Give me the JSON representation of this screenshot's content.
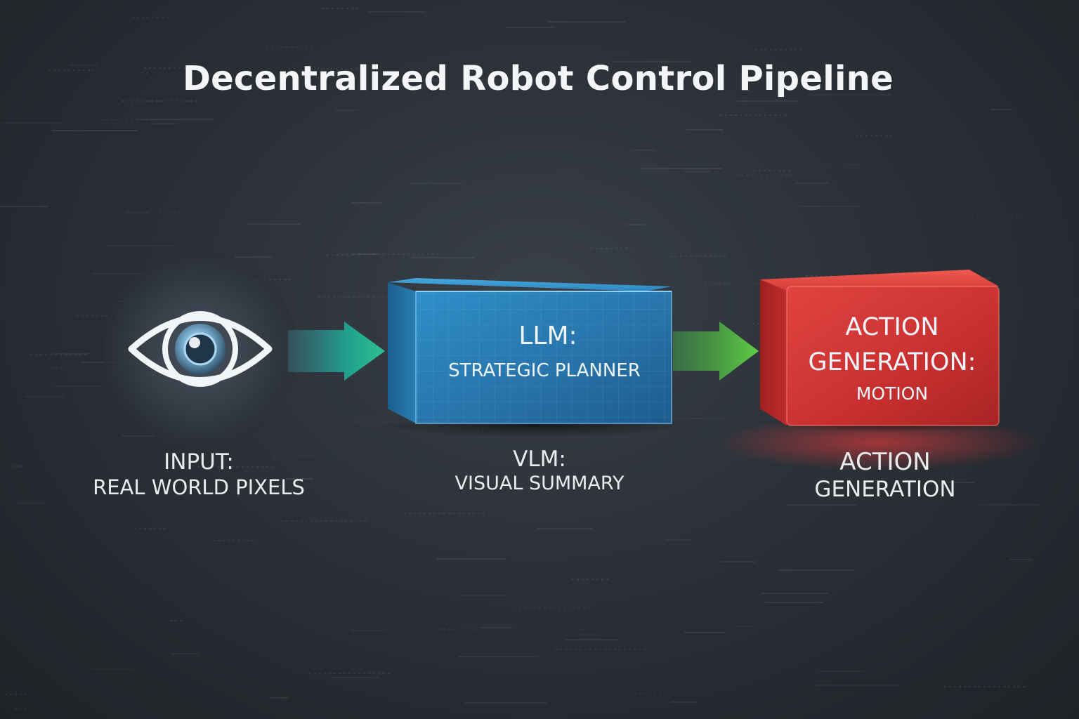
{
  "title": "Decentralized Robot Control Pipeline",
  "colors": {
    "background": "#2b3037",
    "llm_box": "#2a6fa3",
    "action_box": "#c8302f",
    "arrow_teal": "#22b59a",
    "arrow_green": "#4cbf45",
    "eye_glow": "#8fd2ff"
  },
  "stages": {
    "input": {
      "icon": "eye-icon",
      "label_line1": "INPUT:",
      "label_line2": "REAL WORLD PIXELS"
    },
    "llm": {
      "box_title": "LLM:",
      "box_subtitle": "STRATEGIC PLANNER",
      "label_line1": "VLM:",
      "label_line2": "VISUAL SUMMARY"
    },
    "action": {
      "box_line1": "ACTION",
      "box_line2": "GENERATION:",
      "box_line3": "MOTION",
      "label_line1": "ACTION",
      "label_line2": "GENERATION"
    }
  }
}
